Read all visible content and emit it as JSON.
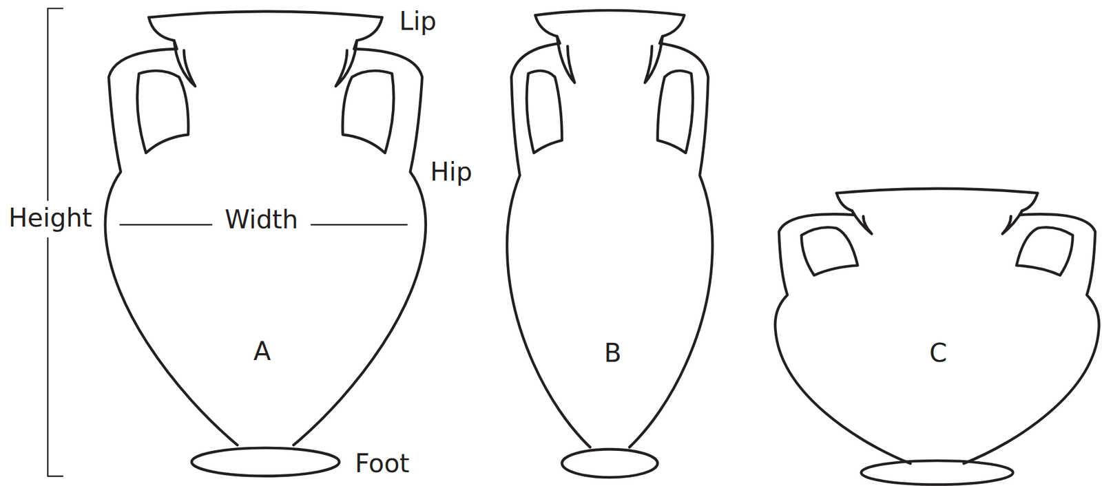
{
  "diagram": {
    "nodes": [
      {
        "text": [
          "Width",
          "A"
        ]
      },
      {
        "text": [
          "B"
        ]
      },
      {
        "text": [
          "C"
        ]
      }
    ],
    "labels": [
      "Lip",
      "Hip",
      "Height",
      "Foot"
    ]
  }
}
